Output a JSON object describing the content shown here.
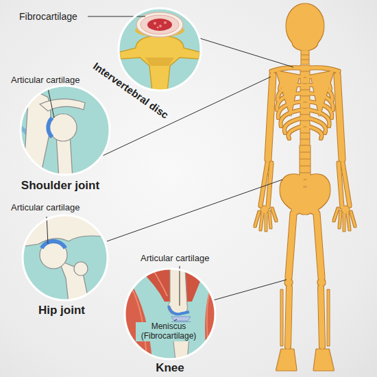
{
  "diagram": {
    "nodes": [
      {
        "text": [
          "Fibrocartilage",
          "Intervertebral disc"
        ]
      },
      {
        "text": [
          "Articular cartilage",
          "Shoulder joint"
        ]
      },
      {
        "text": [
          "Articular cartilage",
          "Hip joint"
        ]
      },
      {
        "text": [
          "Articular cartilage",
          "Meniscus (Fibrocartilage)",
          "Knee"
        ]
      }
    ]
  }
}
